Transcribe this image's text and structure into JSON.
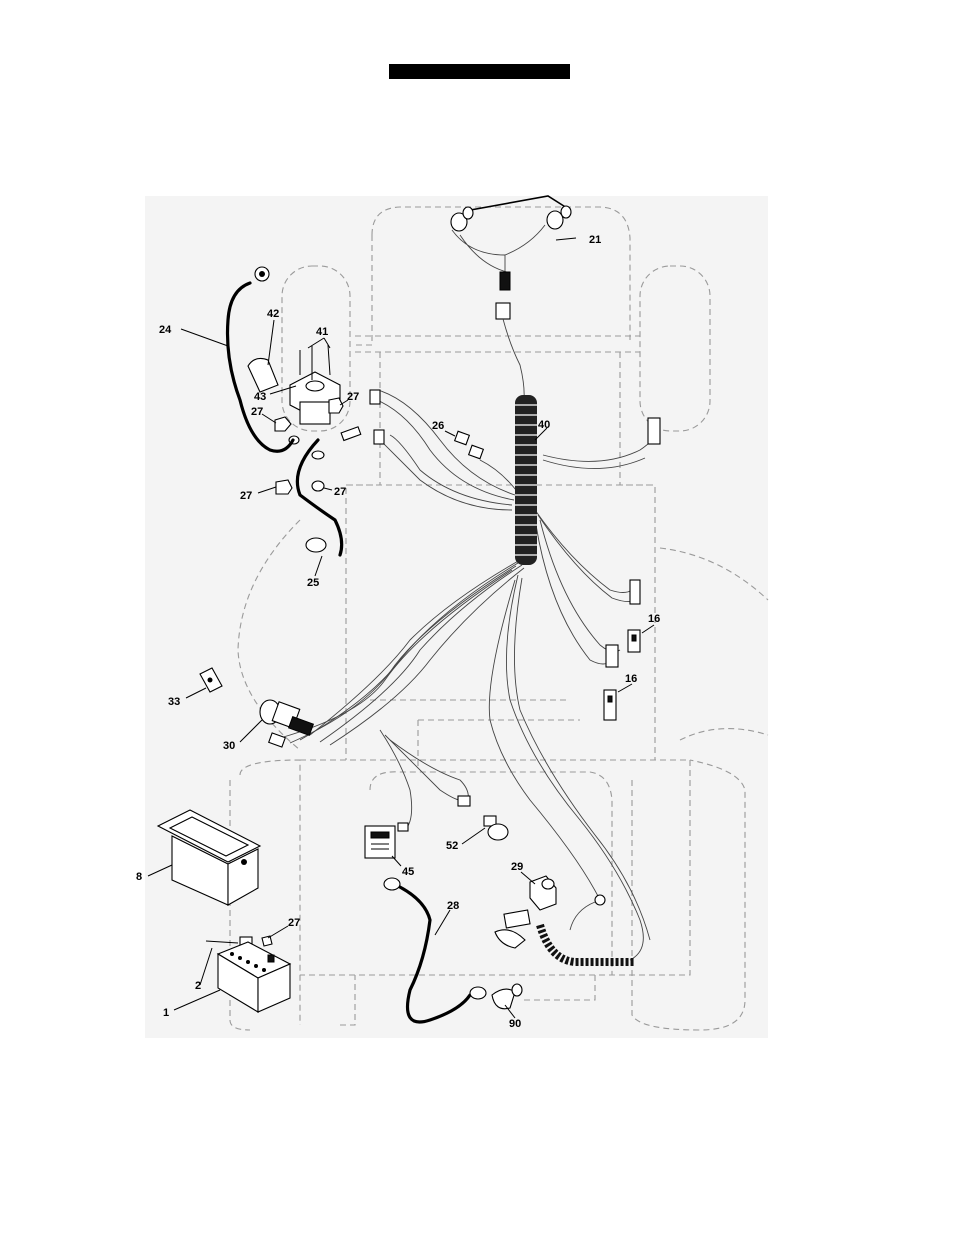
{
  "callouts": {
    "c1": "1",
    "c2": "2",
    "c8": "8",
    "c16a": "16",
    "c16b": "16",
    "c21": "21",
    "c24": "24",
    "c25": "25",
    "c26": "26",
    "c27a": "27",
    "c27b": "27",
    "c27c": "27",
    "c27d": "27",
    "c27e": "27",
    "c28": "28",
    "c29": "29",
    "c30": "30",
    "c33": "33",
    "c40": "40",
    "c41": "41",
    "c42": "42",
    "c43": "43",
    "c45": "45",
    "c52": "52",
    "c90": "90"
  }
}
